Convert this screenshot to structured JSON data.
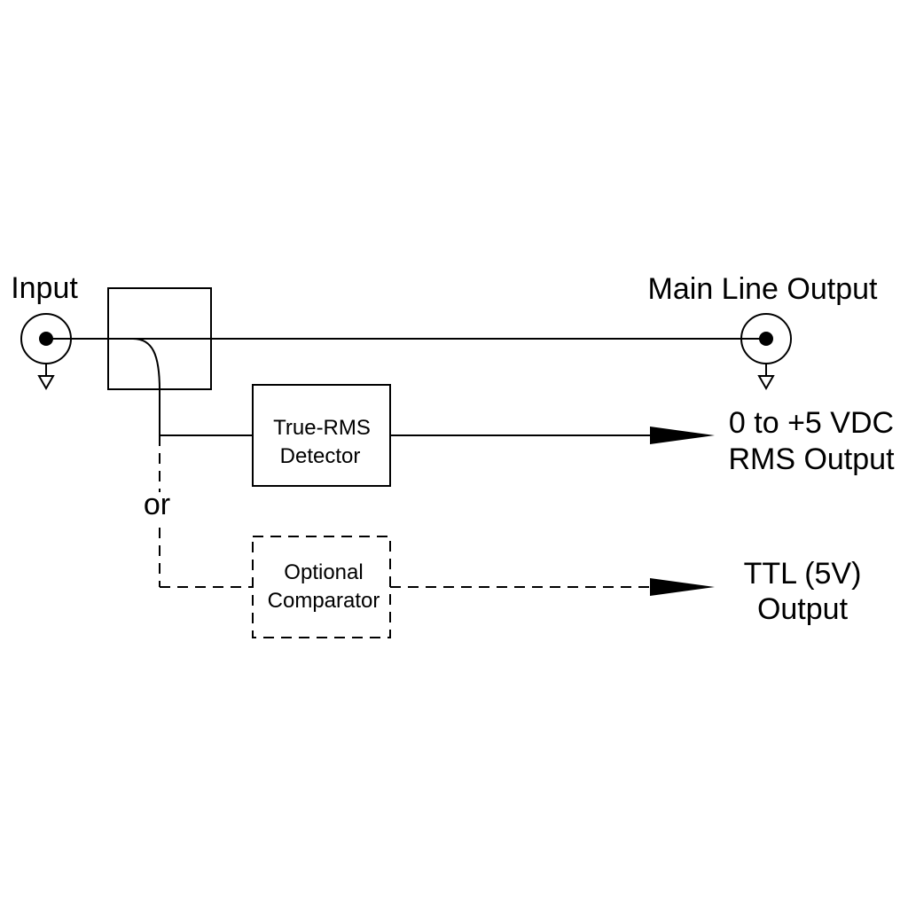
{
  "labels": {
    "input": "Input",
    "main_line_output": "Main Line Output",
    "or": "or"
  },
  "detector": {
    "line1": "True-RMS",
    "line2": "Detector"
  },
  "comparator": {
    "line1": "Optional",
    "line2": "Comparator"
  },
  "rms_output": {
    "line1": "0 to +5 VDC",
    "line2": "RMS Output"
  },
  "ttl_output": {
    "line1": "TTL (5V)",
    "line2": "Output"
  },
  "colors": {
    "stroke": "#000000",
    "background": "#ffffff"
  }
}
